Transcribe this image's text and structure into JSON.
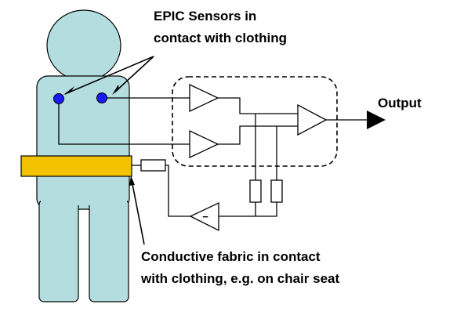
{
  "labels": {
    "sensors_line1": "EPIC Sensors in",
    "sensors_line2": "contact with clothing",
    "output": "Output",
    "fabric_line1": "Conductive fabric in contact",
    "fabric_line2": "with  clothing, e.g. on chair seat",
    "feedback_sign": "−"
  },
  "colors": {
    "figure_fill": "#b4dde0",
    "figure_stroke": "#000000",
    "sensor": "#1a1aff",
    "fabric": "#f2c200",
    "wire": "#000000"
  }
}
